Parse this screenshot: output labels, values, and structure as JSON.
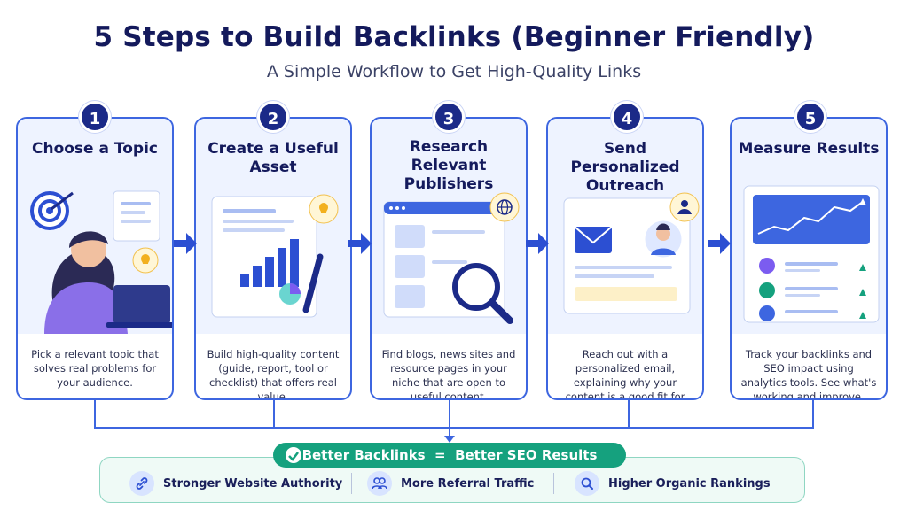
{
  "header": {
    "title": "5 Steps to Build Backlinks (Beginner Friendly)",
    "subtitle": "A Simple Workflow to Get High-Quality Links"
  },
  "steps": [
    {
      "number": "1",
      "title": "Choose a Topic",
      "description": "Pick a relevant topic that solves real problems for your audience.",
      "icon": "target-icon"
    },
    {
      "number": "2",
      "title": "Create a Useful Asset",
      "description": "Build high-quality content (guide, report, tool or checklist) that offers real value.",
      "icon": "lightbulb-icon"
    },
    {
      "number": "3",
      "title": "Research Relevant Publishers",
      "description": "Find blogs, news sites and resource pages in your niche that are open to useful content.",
      "icon": "globe-icon"
    },
    {
      "number": "4",
      "title": "Send Personalized Outreach",
      "description": "Reach out with a personalized email, explaining why your content is a good fit for their readers.",
      "icon": "user-icon"
    },
    {
      "number": "5",
      "title": "Measure Results",
      "description": "Track your backlinks and SEO impact using analytics tools. See what's working and improve.",
      "icon": "chart-icon"
    }
  ],
  "result": {
    "label": "Better Backlinks  =  Better SEO Results"
  },
  "benefits": [
    {
      "label": "Stronger Website Authority",
      "icon": "link-icon"
    },
    {
      "label": "More Referral Traffic",
      "icon": "users-icon"
    },
    {
      "label": "Higher Organic Rankings",
      "icon": "search-icon"
    }
  ],
  "colors": {
    "navy": "#141a5c",
    "accent_blue": "#3d66e0",
    "badge": "#1b2a88",
    "green": "#15a17e"
  }
}
